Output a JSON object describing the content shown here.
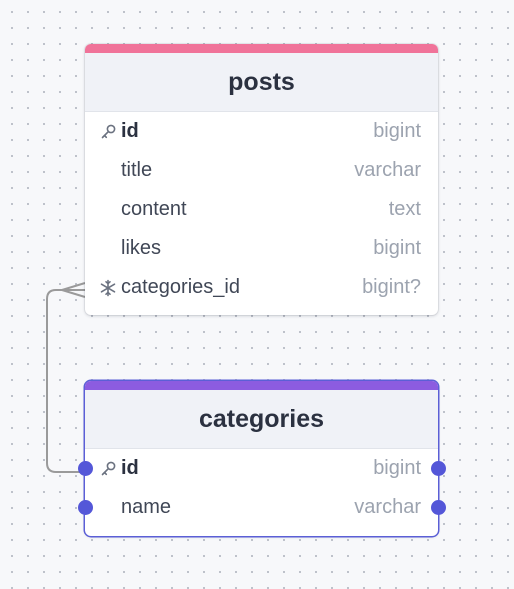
{
  "tables": [
    {
      "name": "posts",
      "accent_color": "#f07399",
      "fields": [
        {
          "name": "id",
          "type": "bigint",
          "key": "primary",
          "icon": "key-icon"
        },
        {
          "name": "title",
          "type": "varchar",
          "key": "none",
          "icon": ""
        },
        {
          "name": "content",
          "type": "text",
          "key": "none",
          "icon": ""
        },
        {
          "name": "likes",
          "type": "bigint",
          "key": "none",
          "icon": ""
        },
        {
          "name": "categories_id",
          "type": "bigint?",
          "key": "foreign",
          "icon": "snowflake-icon"
        }
      ]
    },
    {
      "name": "categories",
      "accent_color": "#8c5ce0",
      "selected": true,
      "fields": [
        {
          "name": "id",
          "type": "bigint",
          "key": "primary",
          "icon": "key-icon"
        },
        {
          "name": "name",
          "type": "varchar",
          "key": "none",
          "icon": ""
        }
      ]
    }
  ],
  "relationships": [
    {
      "from_table": "posts",
      "from_field": "categories_id",
      "to_table": "categories",
      "to_field": "id",
      "from_cardinality": "many",
      "to_cardinality": "one"
    }
  ],
  "colors": {
    "handle": "#5457d8",
    "connector": "#9a9a9a",
    "selection_border": "#5b5fd6"
  }
}
